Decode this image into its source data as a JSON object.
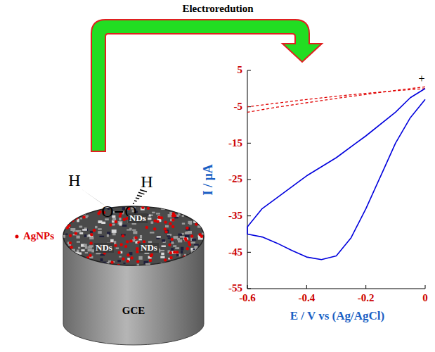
{
  "diagram": {
    "labels": [
      "Electroredution",
      "H",
      "H",
      "O",
      "O",
      "NDs",
      "NDs",
      "NDs",
      "AgNPs",
      "GCE",
      "I / µA",
      "5",
      "-5",
      "-15",
      "-25",
      "-35",
      "-45",
      "-55",
      "-0.6",
      "-0.4",
      "-0.2",
      "0",
      "E / V vs (Ag/AgCl)",
      "+"
    ]
  }
}
